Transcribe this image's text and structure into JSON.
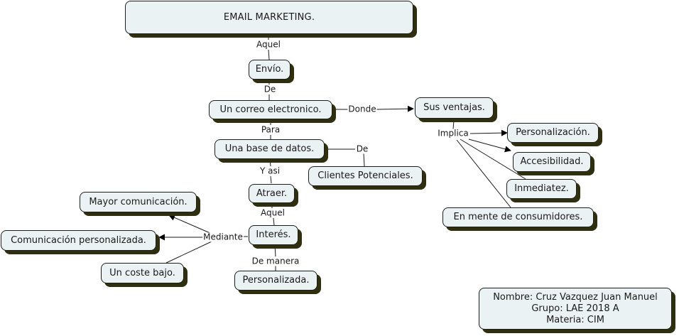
{
  "map": {
    "title": "EMAIL MARKETING.",
    "concepts": {
      "envio": "Envío.",
      "correo": "Un correo electronico.",
      "ventajas": "Sus ventajas.",
      "base": "Una base de datos.",
      "clientes": "Clientes Potenciales.",
      "atraer": "Atraer.",
      "interes": "Interés.",
      "personalizada": "Personalizada.",
      "mayor": "Mayor comunicación.",
      "comunicacion": "Comunicación personalizada.",
      "coste": "Un coste bajo.",
      "personalizacion": "Personalización.",
      "accesibilidad": "Accesibilidad.",
      "inmediatez": "Inmediatez.",
      "mente": "En mente de consumidores."
    },
    "links": {
      "aquel1": "Aquel",
      "de1": "De",
      "donde": "Donde",
      "para": "Para",
      "de2": "De",
      "implica": "Implica",
      "yasi": "Y asi",
      "aquel2": "Aquel",
      "mediante": "Mediante",
      "demanera": "De manera"
    }
  },
  "info": {
    "nombre": "Nombre: Cruz Vazquez Juan Manuel",
    "grupo": "Grupo: LAE 2018 A",
    "materia": "Materia: CIM"
  }
}
